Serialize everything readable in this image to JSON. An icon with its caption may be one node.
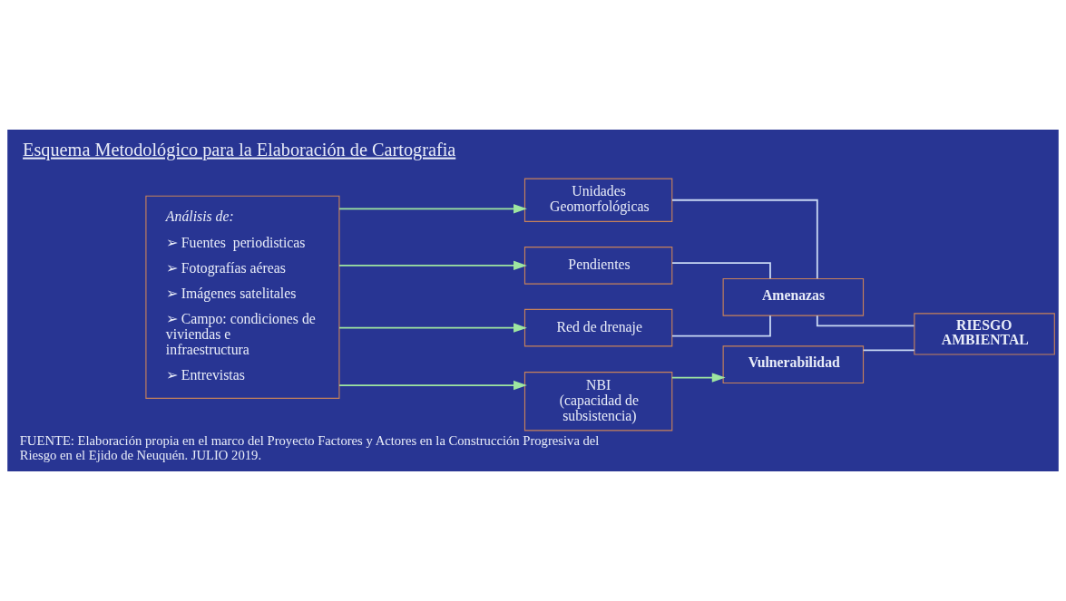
{
  "diagram": {
    "title": "Esquema Metodológico para la Elaboración de Cartografia",
    "caption": "FUENTE: Elaboración propia en el marco del Proyecto Factores y Actores en la Construcción Progresiva del Riesgo en el Ejido de Neuquén. JULIO 2019.",
    "nodes": [
      {
        "text": [
          "Análisis de:",
          "➢ Fuentes  periodisticas",
          "➢ Fotografías aéreas",
          "➢ Imágenes satelitales",
          "➢ Campo: condiciones de viviendas e infraestructura",
          "➢ Entrevistas"
        ]
      },
      {
        "text": [
          "Unidades Geomorfológicas"
        ]
      },
      {
        "text": [
          "Pendientes"
        ]
      },
      {
        "text": [
          "Red de drenaje"
        ]
      },
      {
        "text": [
          "Amenazas"
        ]
      },
      {
        "text": [
          "NBI",
          "(capacidad de subsistencia)"
        ]
      },
      {
        "text": [
          "Vulnerabilidad"
        ]
      },
      {
        "text": [
          "RIESGO AMBIENTAL"
        ]
      }
    ],
    "edges": [
      {
        "from": 0,
        "to": 1,
        "arrow": "to"
      },
      {
        "from": 0,
        "to": 2,
        "arrow": "to"
      },
      {
        "from": 0,
        "to": 3,
        "arrow": "to"
      },
      {
        "from": 0,
        "to": 5,
        "arrow": "to"
      },
      {
        "from": 1,
        "to": 4,
        "arrow": "none",
        "color": "#c8d8f4"
      },
      {
        "from": 2,
        "to": 4,
        "arrow": "none",
        "color": "#c8d8f4"
      },
      {
        "from": 3,
        "to": 4,
        "arrow": "none",
        "color": "#c8d8f4"
      },
      {
        "from": 5,
        "to": 6,
        "arrow": "to"
      },
      {
        "from": 4,
        "to": 7,
        "arrow": "none",
        "color": "#c8d8f4"
      },
      {
        "from": 6,
        "to": 7,
        "arrow": "none",
        "color": "#c8d8f4"
      }
    ]
  }
}
